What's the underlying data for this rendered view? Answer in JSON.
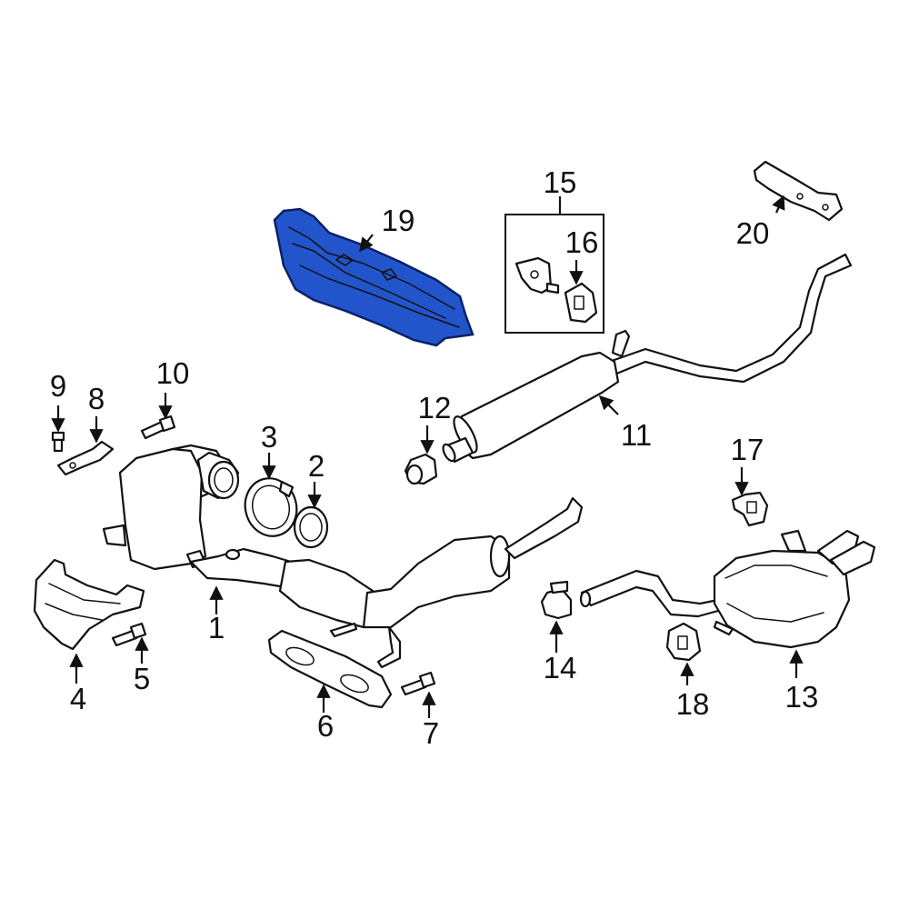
{
  "callouts": {
    "c1": "1",
    "c2": "2",
    "c3": "3",
    "c4": "4",
    "c5": "5",
    "c6": "6",
    "c7": "7",
    "c8": "8",
    "c9": "9",
    "c10": "10",
    "c11": "11",
    "c12": "12",
    "c13": "13",
    "c14": "14",
    "c15": "15",
    "c16": "16",
    "c17": "17",
    "c18": "18",
    "c19": "19",
    "c20": "20"
  },
  "colors": {
    "highlight_fill": "#2255cc",
    "highlight_stroke": "#0a1f66",
    "line": "#111111",
    "background": "#ffffff"
  }
}
